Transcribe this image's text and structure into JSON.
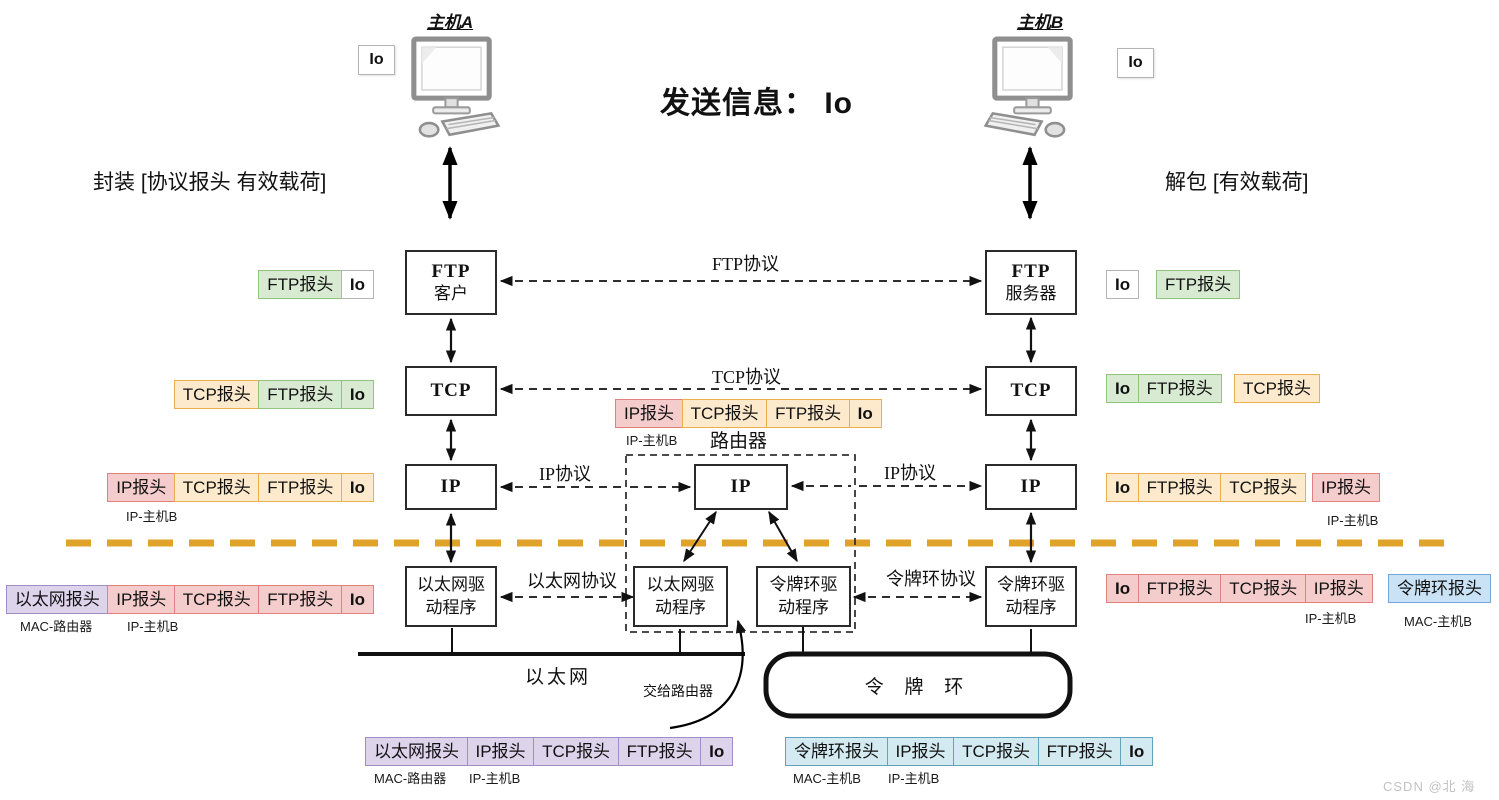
{
  "title": "发送信息： Io",
  "watermark": "CSDN @北 海",
  "hosts": {
    "a": {
      "label": "主机A",
      "message": "Io"
    },
    "b": {
      "label": "主机B",
      "message": "Io"
    }
  },
  "side_labels": {
    "encapsulate": "封装 [协议报头 有效载荷]",
    "decapsulate": "解包 [有效载荷]"
  },
  "layers": {
    "ftp_client": [
      "FTP",
      "客户"
    ],
    "ftp_server": [
      "FTP",
      "服务器"
    ],
    "tcp": "TCP",
    "ip": "IP",
    "ethernet_driver": [
      "以太网驱",
      "动程序"
    ],
    "token_ring_driver": [
      "令牌环驱",
      "动程序"
    ],
    "router": "路由器"
  },
  "protocols": {
    "ftp": "FTP协议",
    "tcp": "TCP协议",
    "ip_left": "IP协议",
    "ip_right": "IP协议",
    "ethernet": "以太网协议",
    "token_ring": "令牌环协议"
  },
  "networks": {
    "ethernet": "以太网",
    "token_ring": "令 牌 环",
    "handoff": "交给路由器"
  },
  "palette": {
    "white": {
      "bg": "#ffffff",
      "border": "#b4b4b4"
    },
    "green": {
      "bg": "#d9ead3",
      "border": "#93c47d"
    },
    "orange": {
      "bg": "#fdeacd",
      "border": "#edaf4e"
    },
    "pink": {
      "bg": "#f5cccc",
      "border": "#e27f7f"
    },
    "purple": {
      "bg": "#ddd4ec",
      "border": "#a08cc8"
    },
    "blue": {
      "bg": "#c9e2f5",
      "border": "#6fa8dc"
    },
    "cyan": {
      "bg": "#d3eaf0",
      "border": "#5fa4ba"
    },
    "divider_orange": "#dfa32a"
  },
  "chip_rows": {
    "left_ftp": [
      {
        "label": "FTP报头",
        "color": "green"
      },
      {
        "label": "Io",
        "color": "white",
        "bold": true
      }
    ],
    "left_tcp": [
      {
        "label": "TCP报头",
        "color": "orange"
      },
      {
        "label": "FTP报头",
        "color": "green"
      },
      {
        "label": "Io",
        "color": "green",
        "bold": true
      }
    ],
    "left_ip": [
      {
        "label": "IP报头",
        "color": "pink"
      },
      {
        "label": "TCP报头",
        "color": "orange"
      },
      {
        "label": "FTP报头",
        "color": "orange"
      },
      {
        "label": "Io",
        "color": "orange",
        "bold": true
      }
    ],
    "left_eth": [
      {
        "label": "以太网报头",
        "color": "purple"
      },
      {
        "label": "IP报头",
        "color": "pink"
      },
      {
        "label": "TCP报头",
        "color": "pink"
      },
      {
        "label": "FTP报头",
        "color": "pink"
      },
      {
        "label": "Io",
        "color": "pink",
        "bold": true
      }
    ],
    "router_ip": [
      {
        "label": "IP报头",
        "color": "pink"
      },
      {
        "label": "TCP报头",
        "color": "orange"
      },
      {
        "label": "FTP报头",
        "color": "orange"
      },
      {
        "label": "Io",
        "color": "orange",
        "bold": true
      }
    ],
    "right_ftp_io": [
      {
        "label": "Io",
        "color": "white",
        "bold": true
      }
    ],
    "right_ftp_hdr": [
      {
        "label": "FTP报头",
        "color": "green"
      }
    ],
    "right_tcp_group": [
      {
        "label": "Io",
        "color": "green",
        "bold": true
      },
      {
        "label": "FTP报头",
        "color": "green"
      }
    ],
    "right_tcp_hdr": [
      {
        "label": "TCP报头",
        "color": "orange"
      }
    ],
    "right_ip_group": [
      {
        "label": "Io",
        "color": "orange",
        "bold": true
      },
      {
        "label": "FTP报头",
        "color": "orange"
      },
      {
        "label": "TCP报头",
        "color": "orange"
      }
    ],
    "right_ip_hdr": [
      {
        "label": "IP报头",
        "color": "pink"
      }
    ],
    "right_token_group": [
      {
        "label": "Io",
        "color": "pink",
        "bold": true
      },
      {
        "label": "FTP报头",
        "color": "pink"
      },
      {
        "label": "TCP报头",
        "color": "pink"
      },
      {
        "label": "IP报头",
        "color": "pink"
      }
    ],
    "right_token_hdr": [
      {
        "label": "令牌环报头",
        "color": "blue"
      }
    ],
    "bottom_eth": [
      {
        "label": "以太网报头",
        "color": "purple"
      },
      {
        "label": "IP报头",
        "color": "purple"
      },
      {
        "label": "TCP报头",
        "color": "purple"
      },
      {
        "label": "FTP报头",
        "color": "purple"
      },
      {
        "label": "Io",
        "color": "purple",
        "bold": true
      }
    ],
    "bottom_token": [
      {
        "label": "令牌环报头",
        "color": "cyan"
      },
      {
        "label": "IP报头",
        "color": "cyan"
      },
      {
        "label": "TCP报头",
        "color": "cyan"
      },
      {
        "label": "FTP报头",
        "color": "cyan"
      },
      {
        "label": "Io",
        "color": "cyan",
        "bold": true
      }
    ]
  },
  "address_notes": {
    "left_ip": "IP-主机B",
    "left_eth_mac": "MAC-路由器",
    "left_eth_ip": "IP-主机B",
    "router_ip": "IP-主机B",
    "right_ip": "IP-主机B",
    "right_token_ip": "IP-主机B",
    "right_token_mac": "MAC-主机B",
    "bottom_eth_mac": "MAC-路由器",
    "bottom_eth_ip": "IP-主机B",
    "bottom_token_mac": "MAC-主机B",
    "bottom_token_ip": "IP-主机B"
  }
}
